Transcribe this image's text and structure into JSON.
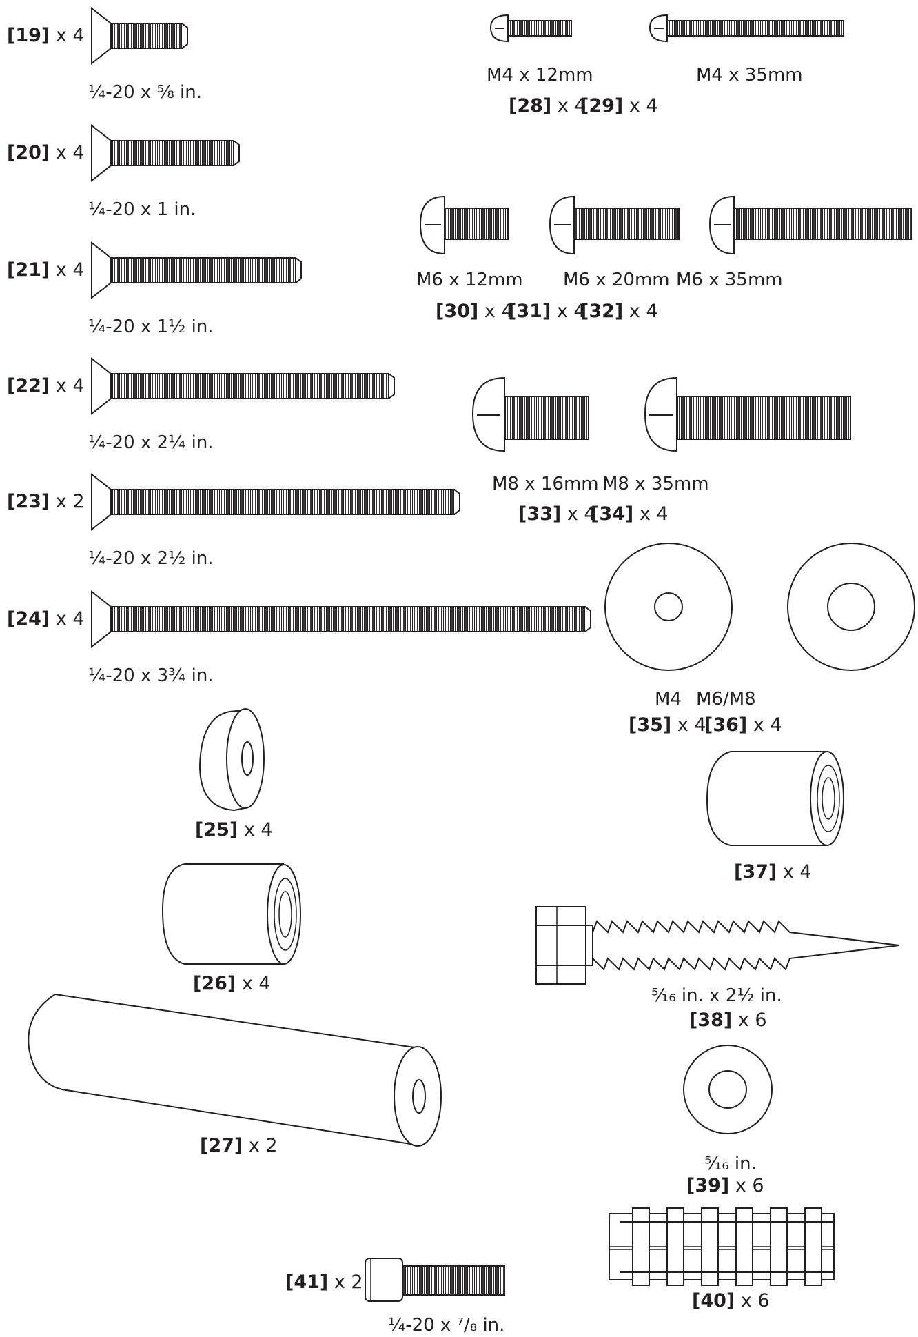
{
  "screws_imperial": [
    {
      "id": "[19]",
      "qty": "x 4",
      "size": "¼-20 x ⅝ in."
    },
    {
      "id": "[20]",
      "qty": "x 4",
      "size": "¼-20 x 1 in."
    },
    {
      "id": "[21]",
      "qty": "x 4",
      "size": "¼-20 x 1½ in."
    },
    {
      "id": "[22]",
      "qty": "x 4",
      "size": "¼-20 x 2¼ in."
    },
    {
      "id": "[23]",
      "qty": "x 2",
      "size": "¼-20 x 2½ in."
    },
    {
      "id": "[24]",
      "qty": "x 4",
      "size": "¼-20 x 3¾ in."
    }
  ],
  "screws_m4": {
    "sizes": [
      "M4 x 12mm",
      "M4 x 35mm"
    ],
    "items": [
      {
        "id": "[28]",
        "qty": "x 4"
      },
      {
        "id": "[29]",
        "qty": "x 4"
      }
    ]
  },
  "screws_m6": {
    "sizes": [
      "M6 x 12mm",
      "M6 x 20mm",
      "M6 x 35mm"
    ],
    "items": [
      {
        "id": "[30]",
        "qty": "x 4"
      },
      {
        "id": "[31]",
        "qty": "x 4"
      },
      {
        "id": "[32]",
        "qty": "x 4"
      }
    ]
  },
  "screws_m8": {
    "sizes": [
      "M8 x 16mm",
      "M8 x 35mm"
    ],
    "items": [
      {
        "id": "[33]",
        "qty": "x 4"
      },
      {
        "id": "[34]",
        "qty": "x 4"
      }
    ]
  },
  "washers": {
    "sizes": [
      "M4",
      "M6/M8"
    ],
    "items": [
      {
        "id": "[35]",
        "qty": "x 4"
      },
      {
        "id": "[36]",
        "qty": "x 4"
      }
    ]
  },
  "spacer_25": {
    "id": "[25]",
    "qty": "x 4"
  },
  "spacer_26": {
    "id": "[26]",
    "qty": "x 4"
  },
  "spacer_27": {
    "id": "[27]",
    "qty": "x 2"
  },
  "spacer_37": {
    "id": "[37]",
    "qty": "x 4"
  },
  "lag_bolt_38": {
    "id": "[38]",
    "qty": "x 6",
    "size": "⁵⁄₁₆ in. x 2½ in."
  },
  "washer_39": {
    "id": "[39]",
    "qty": "x 6",
    "size": "⁵⁄₁₆ in."
  },
  "anchor_40": {
    "id": "[40]",
    "qty": "x 6"
  },
  "bolt_41": {
    "id": "[41]",
    "qty": "x 2",
    "size": "¼-20 x ⁷/₈ in."
  }
}
